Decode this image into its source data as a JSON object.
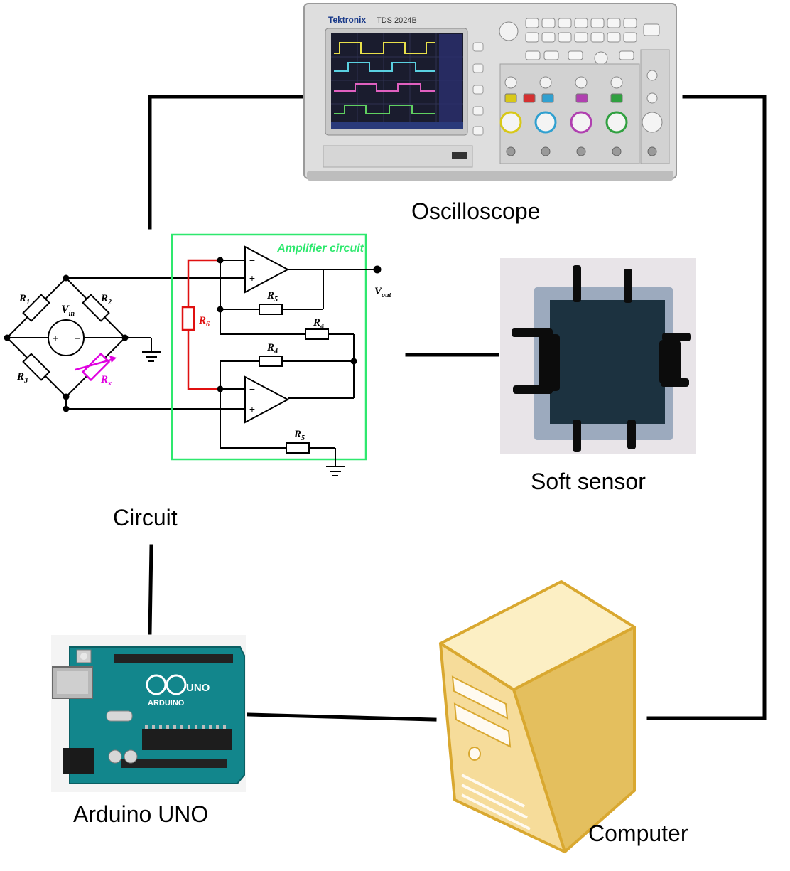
{
  "labels": {
    "oscilloscope": "Oscilloscope",
    "soft_sensor": "Soft sensor",
    "circuit": "Circuit",
    "arduino": "Arduino UNO",
    "computer": "Computer"
  },
  "circuit": {
    "amplifier_label": "Amplifier circuit",
    "r1": "R",
    "r1_sub": "1",
    "r2": "R",
    "r2_sub": "2",
    "r3": "R",
    "r3_sub": "3",
    "rx": "R",
    "rx_sub": "x",
    "vin": "V",
    "vin_sub": "in",
    "r4_top": "R",
    "r4_top_sub": "4",
    "r4_bottom": "R",
    "r4_bottom_sub": "4",
    "r5_top": "R",
    "r5_top_sub": "5",
    "r5_bottom": "R",
    "r5_bottom_sub": "5",
    "r6": "R",
    "r6_sub": "6",
    "vout": "V",
    "vout_sub": "out",
    "plus": "+",
    "minus": "−",
    "source_plus": "+",
    "source_minus": "−"
  },
  "oscilloscope_panel": {
    "brand": "Tektronix",
    "model": "TDS 2024B"
  },
  "arduino_board": {
    "brand": "ARDUINO",
    "model": "UNO"
  },
  "colors": {
    "amplifier_box": "#2ee86e",
    "r6_wire": "#e01010",
    "rx": "#e000e0",
    "computer_body": "#f6dc9a",
    "computer_outline": "#d9a830",
    "board": "#12868c",
    "sensor": "#1c3240"
  }
}
